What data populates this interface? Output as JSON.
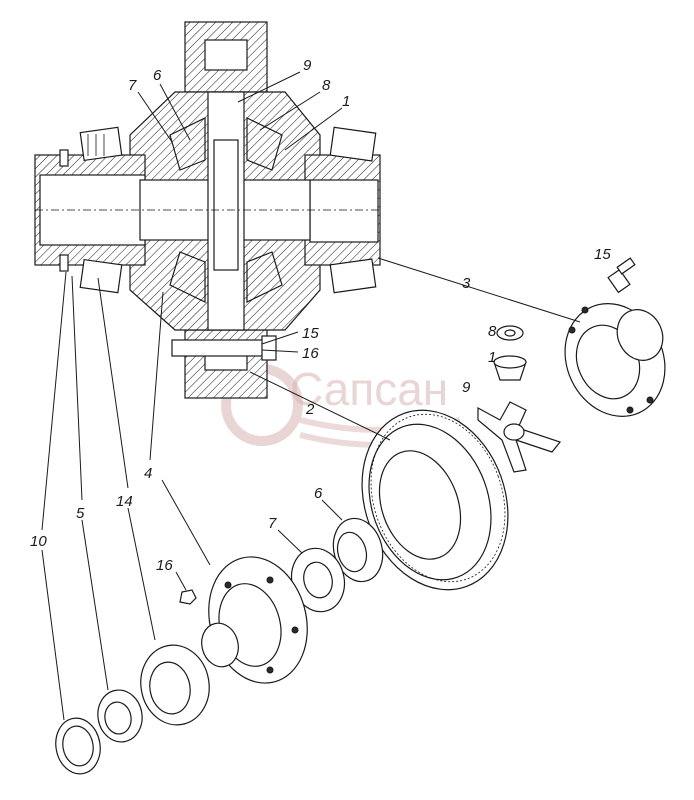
{
  "watermark": {
    "text": "Сапсан",
    "color": "#d9b3b3"
  },
  "callouts": [
    {
      "id": "c9-top",
      "text": "9"
    },
    {
      "id": "c8-top",
      "text": "8"
    },
    {
      "id": "c1-top",
      "text": "1"
    },
    {
      "id": "c7-top",
      "text": "7"
    },
    {
      "id": "c6-top",
      "text": "6"
    },
    {
      "id": "c15-top",
      "text": "15"
    },
    {
      "id": "c3",
      "text": "3"
    },
    {
      "id": "c8-right",
      "text": "8"
    },
    {
      "id": "c1-right",
      "text": "1"
    },
    {
      "id": "c9-right",
      "text": "9"
    },
    {
      "id": "c15-mid",
      "text": "15"
    },
    {
      "id": "c16-mid",
      "text": "16"
    },
    {
      "id": "c2",
      "text": "2"
    },
    {
      "id": "c4",
      "text": "4"
    },
    {
      "id": "c14",
      "text": "14"
    },
    {
      "id": "c5",
      "text": "5"
    },
    {
      "id": "c10",
      "text": "10"
    },
    {
      "id": "c16-low",
      "text": "16"
    },
    {
      "id": "c7-low",
      "text": "7"
    },
    {
      "id": "c6-low",
      "text": "6"
    }
  ]
}
